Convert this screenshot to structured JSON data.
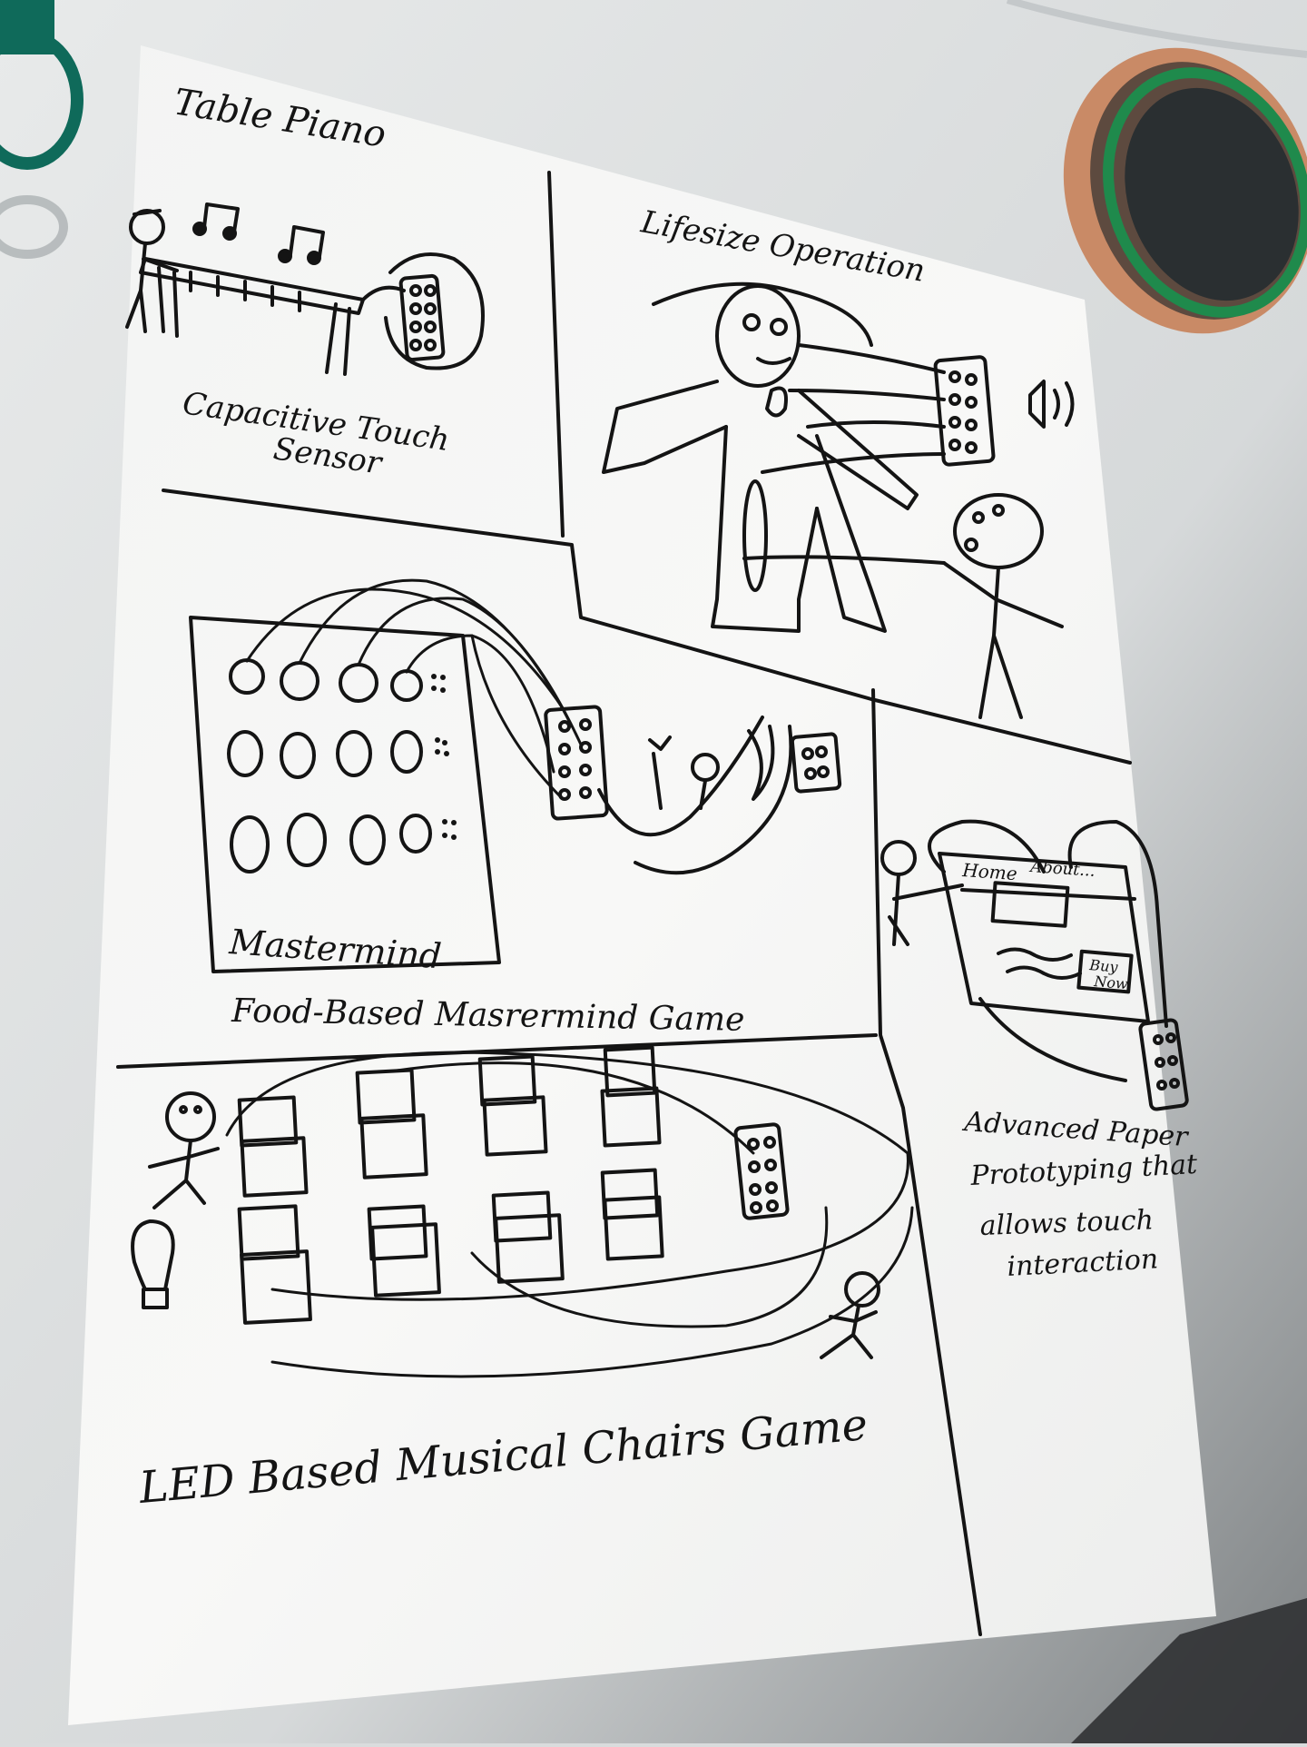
{
  "sketches": {
    "table_piano": {
      "title": "Table Piano",
      "caption_line1": "Capacitive Touch",
      "caption_line2": "Sensor"
    },
    "lifesize_operation": {
      "title": "Lifesize Operation"
    },
    "mastermind": {
      "board_label": "Mastermind",
      "caption": "Food-Based Masrermind Game"
    },
    "paper_prototyping": {
      "screen_nav_home": "Home",
      "screen_nav_about": "About...",
      "screen_button_line1": "Buy",
      "screen_button_line2": "Now",
      "caption_line1": "Advanced Paper",
      "caption_line2": "Prototyping that",
      "caption_line3": "allows touch",
      "caption_line4": "interaction"
    },
    "musical_chairs": {
      "caption": "LED Based Musical Chairs Game"
    }
  },
  "colors": {
    "paper": "#f7f7f5",
    "ink": "#141414",
    "desk": "#d9dcdd",
    "copper_tape": "#b8704a",
    "green_ring": "#1f8a4c",
    "teal_object": "#0f6a5a"
  },
  "objects": {
    "copper_tape_icon": "copper-tape-roll",
    "clip_icon": "teal-clip"
  }
}
